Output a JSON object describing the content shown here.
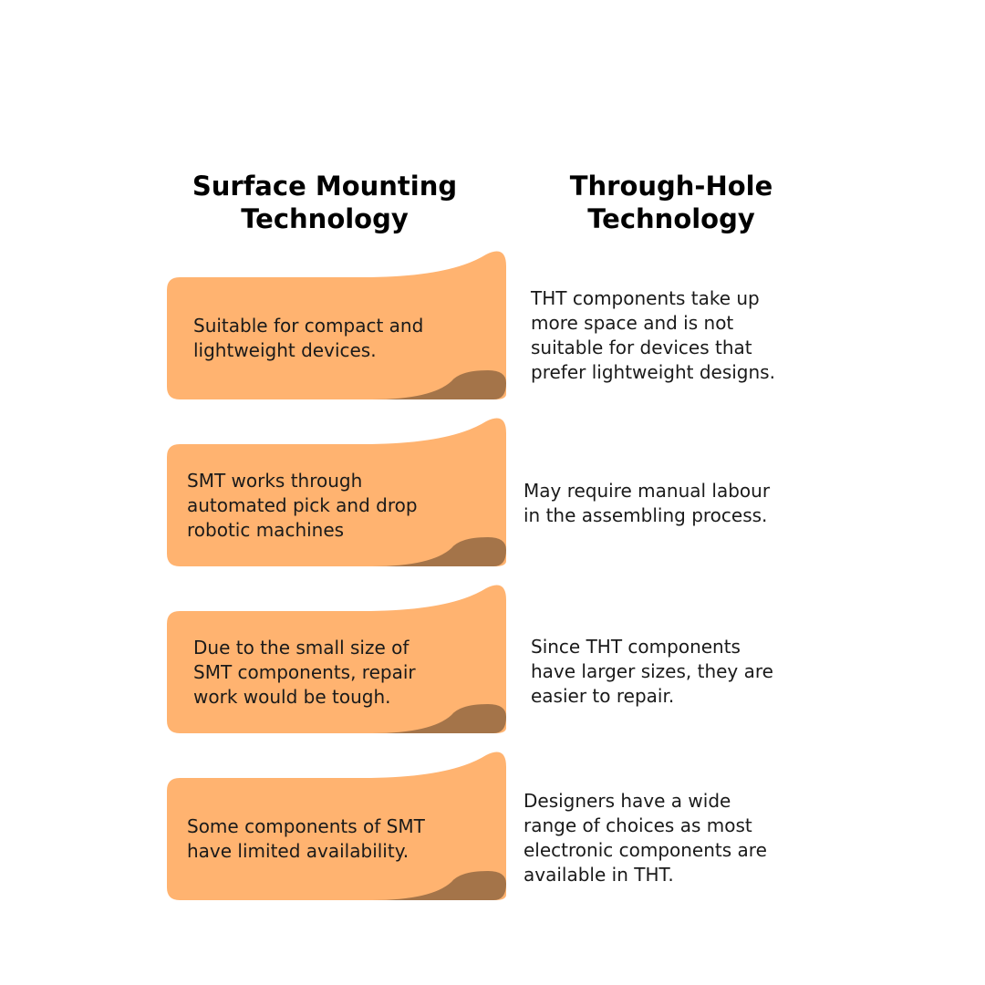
{
  "headings": {
    "smt": "Surface Mounting\nTechnology",
    "tht": "Through-Hole\nTechnology"
  },
  "colors": {
    "card_fill": "#FFB370",
    "card_curl": "#A47449",
    "heading": "#000000",
    "text": "#1a1a1a"
  },
  "rows": [
    {
      "smt": "Suitable for compact and\nlightweight devices.",
      "tht": "THT components take up\nmore space and is not\nsuitable for devices that\nprefer lightweight designs."
    },
    {
      "smt": "SMT works through\nautomated pick and drop\nrobotic machines",
      "tht": "May require manual labour\nin the assembling process."
    },
    {
      "smt": "Due to the small size of\nSMT components, repair\nwork would be tough.",
      "tht": "Since THT components\nhave larger sizes, they are\neasier to repair."
    },
    {
      "smt": "Some components of SMT\nhave limited availability.",
      "tht": "Designers have a wide\nrange of choices as most\nelectronic components are\navailable in THT."
    }
  ]
}
